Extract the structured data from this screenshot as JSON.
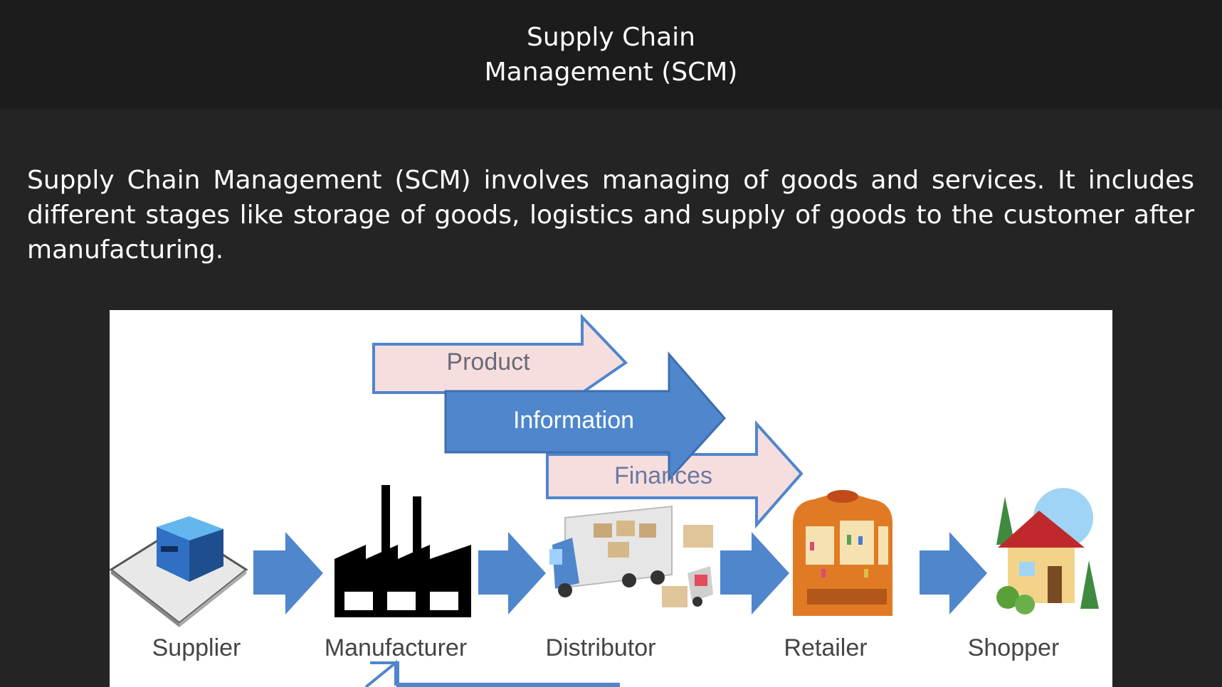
{
  "header": {
    "title_line1": "Supply Chain",
    "title_line2": "Management (SCM)"
  },
  "intro": {
    "paragraph": "Supply Chain Management (SCM) involves managing of goods and services. It includes different stages like storage of goods, logistics and supply of goods to the customer after manufacturing."
  },
  "diagram": {
    "flows": {
      "product": "Product",
      "information": "Information",
      "finances": "Finances"
    },
    "stages": {
      "supplier": "Supplier",
      "manufacturer": "Manufacturer",
      "distributor": "Distributor",
      "retailer": "Retailer",
      "shopper": "Shopper"
    },
    "colors": {
      "arrow_blue": "#4f86cc",
      "arrow_pink": "#f6dede",
      "label_gray": "#444444"
    }
  }
}
